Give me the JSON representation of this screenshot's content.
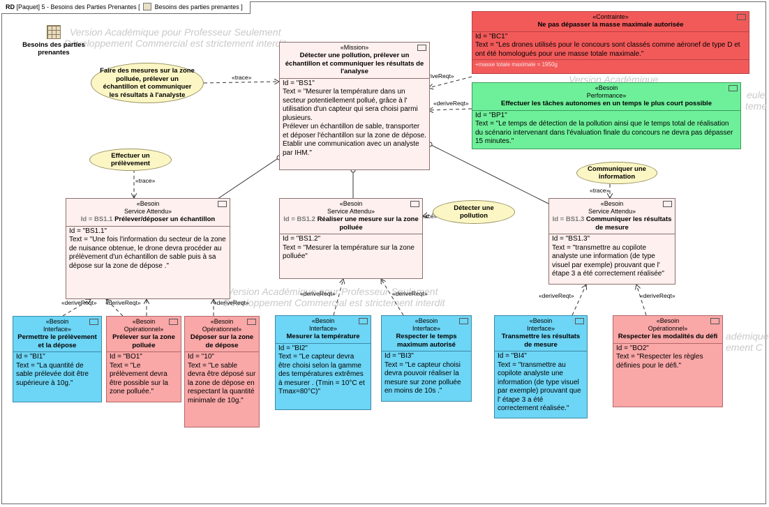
{
  "frame": {
    "prefix": "RD",
    "title": "[Paquet] 5 - Besoins des Parties Prenantes [",
    "diagram": "Besoins des parties prenantes ]"
  },
  "watermarks": [
    "Version Académique pour Professeur Seulement",
    "Développement Commercial est strictement interdit",
    "Version Académique pour Professeur Seulement",
    "Développement Commercial est strictement interdit",
    "Version Académique",
    "eule",
    "teme",
    "adémique",
    "ement C"
  ],
  "package": {
    "label": "Besoins des parties prenantes"
  },
  "mission": {
    "stereotype": "«Mission»",
    "name": "Détecter une pollution, prélever un échantillon et communiquer les résultats de l'analyse",
    "id": "Id = \"BS1\"",
    "text": "Text = \"Mesurer la température dans un secteur potentiellement pollué, grâce à l' utilisation d'un capteur qui sera choisi parmi plusieurs.\nPrélever un échantillon de sable, transporter et déposer l'échantillon sur la zone de dépose.\nEtablir une communication avec un analyste par IHM.\""
  },
  "contrainte": {
    "stereotype": "«Contrainte»",
    "name": "Ne pas dépasser la masse maximale autorisée",
    "id": "Id = \"BC1\"",
    "text": "Text = \"Les drones utilisés pour le concours sont classés comme aéronef de type D et ont été homologués pour une masse totale maximale.\"",
    "attr_label": "+masse totale maximale = ",
    "attr_value": "1950g"
  },
  "performance": {
    "stereotype": "«Besoin",
    "stereotype2": "Performance»",
    "name": "Effectuer les tâches autonomes en un temps le plus court possible",
    "id": "Id = \"BP1\"",
    "text": "Text = \"Le temps de détection de la pollution ainsi que le temps total de réalisation du scénario intervenant dans l'évaluation finale du concours ne devra pas dépasser 15 minutes.\""
  },
  "use_cases": {
    "uc1": "Faire des mesures sur la zone polluée, prélever un échantillon et communiquer les résultats à l'analyste",
    "uc2": "Effectuer un prélèvement",
    "uc3": "Détecter une pollution",
    "uc4": "Communiquer une information"
  },
  "services": [
    {
      "stereotype": "«Besoin",
      "stereotype2": "Service Attendu»",
      "idp": "Id = BS1.1",
      "name": "Prélever/déposer un échantillon",
      "id": "Id = \"BS1.1\"",
      "text": "Text = \"Une fois l'information du secteur de la zone de nuisance obtenue, le drone devra procéder au prélèvement d'un échantillon de sable puis à sa dépose sur la zone de dépose .\""
    },
    {
      "stereotype": "«Besoin",
      "stereotype2": "Service Attendu»",
      "idp": "Id = BS1.2",
      "name": "Réaliser une mesure sur la zone polluée",
      "id": "Id = \"BS1.2\"",
      "text": "Text = \"Mesurer la température sur la zone polluée\""
    },
    {
      "stereotype": "«Besoin",
      "stereotype2": "Service Attendu»",
      "idp": "Id = BS1.3",
      "name": "Communiquer les résultats de mesure",
      "id": "Id = \"BS1.3\"",
      "text": "Text = \"transmettre au copilote analyste une information (de type visuel par exemple) prouvant que l' étape 3 a été correctement réalisée\""
    }
  ],
  "leaves": [
    {
      "stereotype": "«Besoin",
      "stereotype2": "Interface»",
      "name": "Permettre le prélèvement et la dépose",
      "id": "Id = \"BI1\"",
      "text": "Text = \"La quantité de sable prélevée doit être supérieure à 10g.\""
    },
    {
      "stereotype": "«Besoin",
      "stereotype2": "Opérationnel»",
      "name": "Prélever sur la zone polluée",
      "id": "Id = \"BO1\"",
      "text": "Text = \"Le prélèvement devra être possible sur la zone polluée.\""
    },
    {
      "stereotype": "«Besoin",
      "stereotype2": "Opérationnel»",
      "name": "Déposer sur la zone de dépose",
      "id": "Id = \"10\"",
      "text": "Text = \"Le sable devra être déposé sur la zone de dépose en respectant la quantité minimale de 10g.\""
    },
    {
      "stereotype": "«Besoin",
      "stereotype2": "Interface»",
      "name": "Mesurer la température",
      "id": "Id = \"BI2\"",
      "text": "Text = \"Le capteur devra être choisi selon la gamme des températures extrêmes à mesurer . (Tmin = 10°C et Tmax=80°C)\""
    },
    {
      "stereotype": "«Besoin",
      "stereotype2": "Interface»",
      "name": "Respecter le temps maximum autorisé",
      "id": "Id = \"BI3\"",
      "text": "Text = \"Le capteur choisi devra pouvoir réaliser la mesure sur zone polluée en moins de 10s .\""
    },
    {
      "stereotype": "«Besoin",
      "stereotype2": "Interface»",
      "name": "Transmettre les résultats de mesure",
      "id": "Id = \"BI4\"",
      "text": "Text = \"transmettre au copilote analyste une information (de type visuel par exemple) prouvant que l' étape 3 a été correctement réalisée.\""
    },
    {
      "stereotype": "«Besoin",
      "stereotype2": "Opérationnel»",
      "name": "Respecter les modalités du défi",
      "id": "Id = \"BO2\"",
      "text": "Text = \"Respecter les règles définies pour le défi.\""
    }
  ],
  "relations": {
    "trace": "«trace»",
    "derive": "«deriveReqt»"
  },
  "colors": {
    "contrainte": "#f25a5a",
    "performance": "#6ef09a",
    "interface": "#6dd5f5",
    "operationnel": "#f9a7a7",
    "service": "#fdf0ee",
    "usecase": "#fbf6c4"
  }
}
